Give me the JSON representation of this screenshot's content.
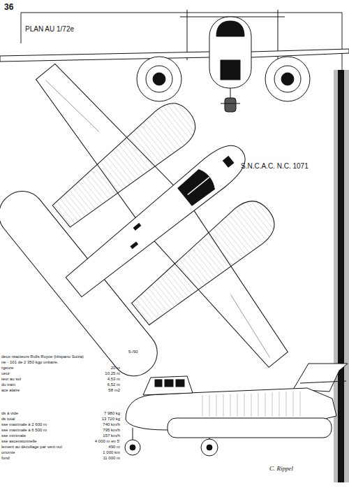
{
  "diagram": {
    "title": "S.N.C.A.C. N.C. 1071",
    "labels": [
      "36",
      "PLAN AU 1/72e",
      "5-/90",
      "deux réacteurs Rolls Royce (Hispano Suiza)",
      "ne - 101 de 2 350 kgp unitaire.",
      "rgeure",
      "20 m",
      "ueur",
      "10,25 m",
      "teur au sol",
      "4,53 m",
      "du train",
      "6,52 m",
      "ace alaire",
      "58 m2",
      "ds à vide",
      "7 980 kg",
      "ds total",
      "13 720 kg",
      "sse maximale à 2 600 m",
      "740 km/h",
      "sse maximale à 6 500 m",
      "795 km/h",
      "sse minimale",
      "157 km/h",
      "sse ascensionnelle",
      "4 000 m en 5'",
      "lement au décollage par vent nul",
      "490 m",
      "onomie",
      "1 000 km",
      "fond",
      "11 000 m",
      "C. Rippel"
    ]
  }
}
